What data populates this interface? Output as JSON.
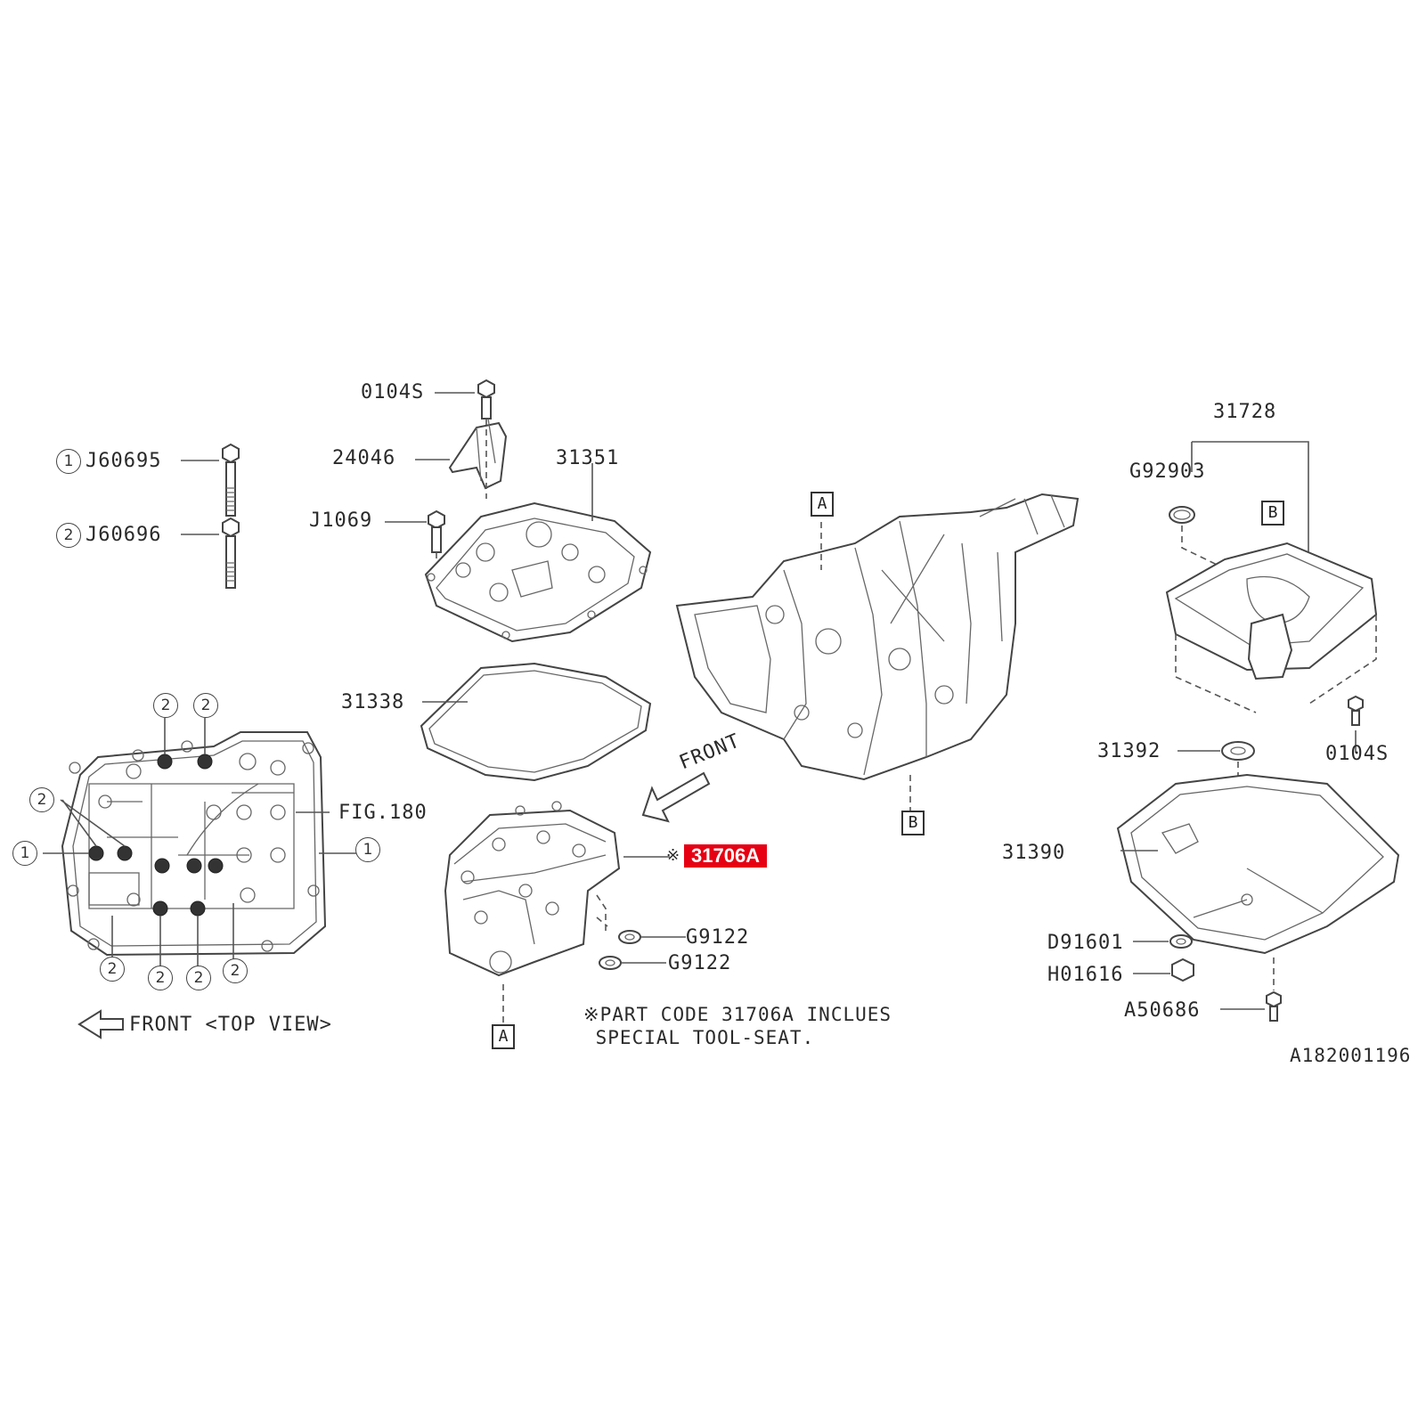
{
  "parts": {
    "p0104s_top": "0104S",
    "p24046": "24046",
    "p31351": "31351",
    "pJ1069": "J1069",
    "pJ60695": "J60695",
    "pJ60696": "J60696",
    "p31338": "31338",
    "pFIG180": "FIG.180",
    "p31706A": "31706A",
    "pG9122_a": "G9122",
    "pG9122_b": "G9122",
    "p31728": "31728",
    "pG92903": "G92903",
    "p0104s_right": "0104S",
    "p31392": "31392",
    "p31390": "31390",
    "pD91601": "D91601",
    "pH01616": "H01616",
    "pA50686": "A50686"
  },
  "markers": {
    "a": "A",
    "b": "B"
  },
  "circles": {
    "one": "1",
    "two": "2"
  },
  "texts": {
    "front_arrow": "FRONT",
    "top_view": "FRONT <TOP VIEW>",
    "ref_mark": "※",
    "note_line1": "※PART CODE 31706A INCLUES",
    "note_line2": " SPECIAL TOOL-SEAT.",
    "figure_code": "A182001196"
  },
  "colors": {
    "highlight": "#e60012"
  }
}
